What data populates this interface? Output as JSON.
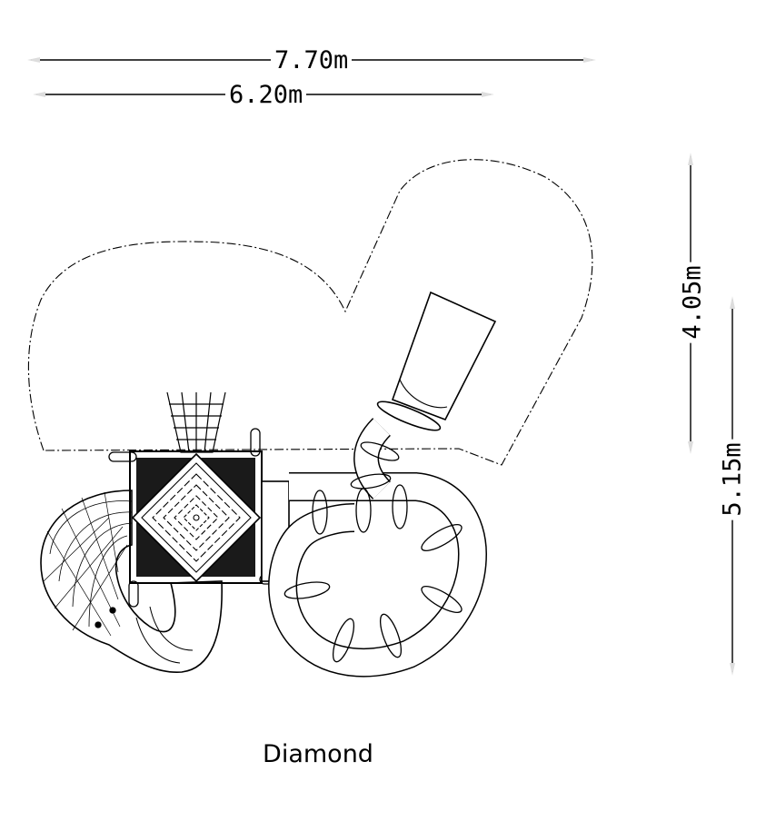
{
  "dimensions": {
    "overall_width": "7.70m",
    "platform_width": "6.20m",
    "safety_depth": "4.05m",
    "overall_depth": "5.15m"
  },
  "caption": "Diamond",
  "colors": {
    "line": "#000000",
    "background": "#ffffff",
    "arrow": "#cccccc"
  }
}
